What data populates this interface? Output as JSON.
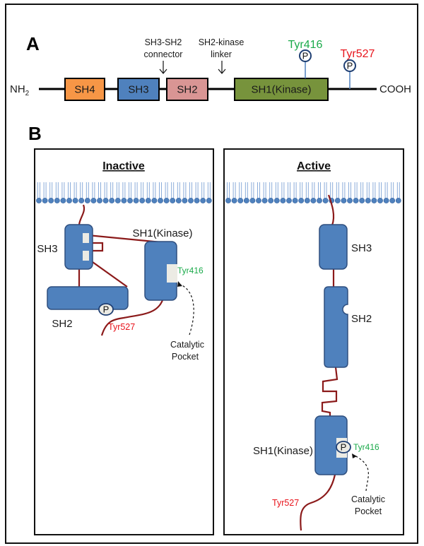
{
  "colors": {
    "sh4": "#f79646",
    "sh3": "#4f81bd",
    "sh2": "#d99594",
    "sh1": "#77933c",
    "domain_blue": "#4f81bd",
    "tyr416": "#1aaa4a",
    "tyr527": "#e8141c",
    "chain": "#8b1a1a",
    "phospho_ring": "#1f3f73"
  },
  "panel_a": {
    "letter": "A",
    "n_terminus": "NH",
    "n_terminus_sub": "2",
    "c_terminus": "COOH",
    "domains": [
      {
        "id": "sh4",
        "label": "SH4"
      },
      {
        "id": "sh3",
        "label": "SH3"
      },
      {
        "id": "sh2",
        "label": "SH2"
      },
      {
        "id": "sh1",
        "label": "SH1(Kinase)"
      }
    ],
    "annotations": {
      "connector_line1": "SH3-SH2",
      "connector_line2": "connector",
      "linker_line1": "SH2-kinase",
      "linker_line2": "linker"
    },
    "sites": [
      {
        "name": "Tyr416",
        "symbol": "P"
      },
      {
        "name": "Tyr527",
        "symbol": "P"
      }
    ]
  },
  "panel_b": {
    "letter": "B",
    "inactive": {
      "title": "Inactive",
      "sh3": "SH3",
      "sh2": "SH2",
      "sh1": "SH1(Kinase)",
      "tyr416": "Tyr416",
      "tyr527": "Tyr527",
      "phospho": "P",
      "pocket_line1": "Catalytic",
      "pocket_line2": "Pocket"
    },
    "active": {
      "title": "Active",
      "sh3": "SH3",
      "sh2": "SH2",
      "sh1": "SH1(Kinase)",
      "tyr416": "Tyr416",
      "tyr527": "Tyr527",
      "phospho": "P",
      "pocket_line1": "Catalytic",
      "pocket_line2": "Pocket"
    }
  }
}
